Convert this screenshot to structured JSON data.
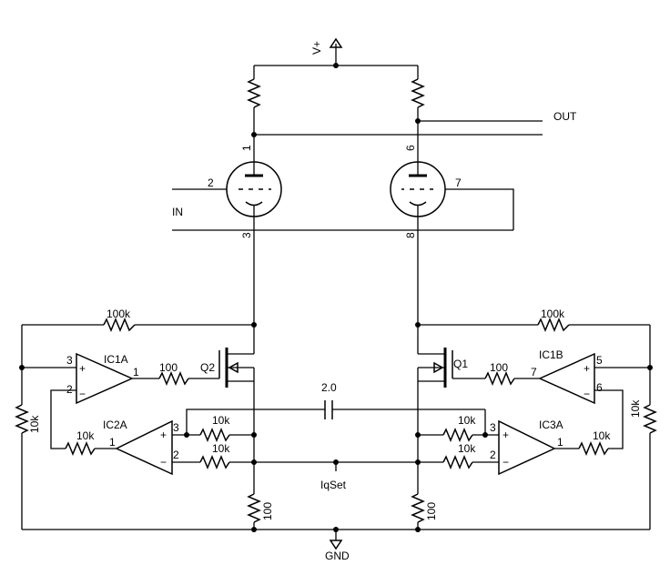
{
  "labels": {
    "vplus": "V+",
    "out": "OUT",
    "in": "IN",
    "gnd": "GND",
    "iqset": "IqSet"
  },
  "tube_left": {
    "plate_pin": "1",
    "grid_pin": "2",
    "cathode_pin": "3"
  },
  "tube_right": {
    "plate_pin": "6",
    "grid_pin": "7",
    "cathode_pin": "8"
  },
  "transistors": {
    "left": "Q2",
    "right": "Q1"
  },
  "opamps": {
    "ic1a": {
      "name": "IC1A",
      "pin_plus": "3",
      "pin_minus": "2",
      "pin_out": "1",
      "plus": "+",
      "minus": "−"
    },
    "ic1b": {
      "name": "IC1B",
      "pin_plus": "5",
      "pin_minus": "6",
      "pin_out": "7",
      "plus": "+",
      "minus": "−"
    },
    "ic2a": {
      "name": "IC2A",
      "pin_plus": "3",
      "pin_minus": "2",
      "pin_out": "1",
      "plus": "+",
      "minus": "−"
    },
    "ic3a": {
      "name": "IC3A",
      "pin_plus": "3",
      "pin_minus": "2",
      "pin_out": "1",
      "plus": "+",
      "minus": "−"
    }
  },
  "values": {
    "r_feedback_left": "100k",
    "r_feedback_right": "100k",
    "r_gate_left": "100",
    "r_gate_right": "100",
    "r_side_left": "10k",
    "r_side_right": "10k",
    "r_ic2_out": "10k",
    "r_ic2_plus": "10k",
    "r_ic2_minus": "10k",
    "r_ic3_out": "10k",
    "r_ic3_plus": "10k",
    "r_ic3_minus": "10k",
    "r_source_left": "100",
    "r_source_right": "100",
    "cap": "2.0"
  }
}
